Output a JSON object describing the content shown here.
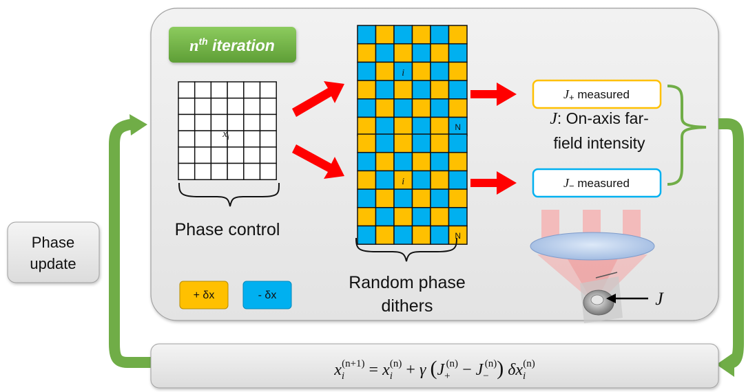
{
  "iteration_badge": {
    "n": "n",
    "sup": "th",
    "text": " iteration"
  },
  "phase_control": {
    "label": "Phase control",
    "cell_label": {
      "base": "x",
      "sub": "i"
    },
    "rows": 6,
    "cols": 6
  },
  "dithers": {
    "label_line1": "Random phase",
    "label_line2": "dithers",
    "cell_label": "i",
    "corner_label": "N",
    "grid_plus": [
      [
        "B",
        "Y",
        "B",
        "Y",
        "B",
        "Y"
      ],
      [
        "Y",
        "B",
        "Y",
        "B",
        "Y",
        "B"
      ],
      [
        "B",
        "Y",
        "B",
        "Y",
        "B",
        "Y"
      ],
      [
        "Y",
        "B",
        "Y",
        "B",
        "Y",
        "B"
      ],
      [
        "B",
        "Y",
        "B",
        "Y",
        "B",
        "Y"
      ],
      [
        "Y",
        "B",
        "Y",
        "B",
        "Y",
        "B"
      ]
    ],
    "grid_minus": [
      [
        "Y",
        "B",
        "Y",
        "B",
        "Y",
        "B"
      ],
      [
        "B",
        "Y",
        "B",
        "Y",
        "B",
        "Y"
      ],
      [
        "Y",
        "B",
        "Y",
        "B",
        "Y",
        "B"
      ],
      [
        "B",
        "Y",
        "B",
        "Y",
        "B",
        "Y"
      ],
      [
        "Y",
        "B",
        "Y",
        "B",
        "Y",
        "B"
      ],
      [
        "B",
        "Y",
        "B",
        "Y",
        "B",
        "Y"
      ]
    ]
  },
  "legend": {
    "plus_label": "+ δx",
    "minus_label": "- δx"
  },
  "measurements": {
    "plus": {
      "symbol": "J",
      "sub": "+",
      "text": " measured"
    },
    "minus": {
      "symbol": "J",
      "sub": "−",
      "text": " measured"
    }
  },
  "intensity_note": {
    "symbol": "J",
    "line1": ": On-axis far-",
    "line2": "field intensity"
  },
  "detector_label": "J",
  "phase_update": {
    "line1": "Phase",
    "line2": "update"
  },
  "equation": "x_i^(n+1) = x_i^(n) + γ (J_+^(n) − J_−^(n)) δx_i^(n)",
  "colors": {
    "yellow": "#FFC000",
    "blue": "#00B0F0",
    "green": "#70AD47",
    "red": "#FF0000",
    "panel": "#ECECEC",
    "box": "#E8E8E8"
  }
}
